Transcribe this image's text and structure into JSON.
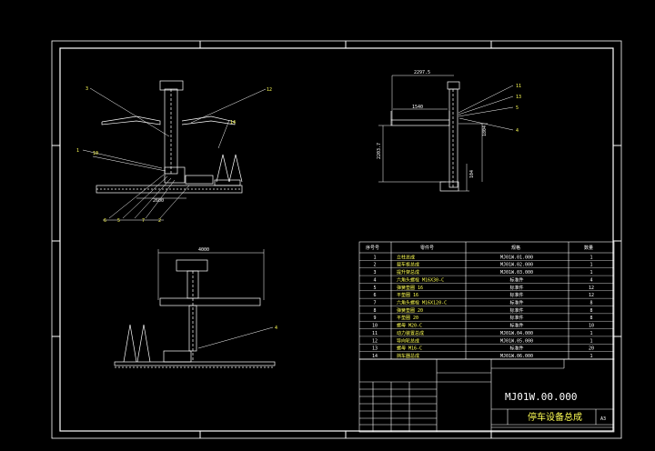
{
  "drawing": {
    "number": "MJ01W.00.000",
    "title": "停车设备总成",
    "sheet_size": "A3"
  },
  "views": {
    "front": {
      "balloons": [
        "3",
        "12",
        "14",
        "1",
        "10",
        "6",
        "5",
        "7",
        "2"
      ],
      "dim_width": "2600"
    },
    "side": {
      "balloons": [
        "11",
        "13",
        "5",
        "4"
      ],
      "dim_top": "2297.5",
      "dim_inner": "1540",
      "dim_left": "2203.7",
      "dim_right": "1804",
      "dim_small": "104"
    },
    "plan": {
      "dim_width": "4000",
      "balloon": "4"
    }
  },
  "bom": {
    "headers": [
      "序号号",
      "零件号",
      "规格",
      "数量"
    ],
    "rows": [
      {
        "no": "1",
        "name": "立柱总成",
        "spec": "MJ01W.01.000",
        "qty": "1"
      },
      {
        "no": "2",
        "name": "载车板总成",
        "spec": "MJ01W.02.000",
        "qty": "1"
      },
      {
        "no": "3",
        "name": "提升架总成",
        "spec": "MJ01W.03.000",
        "qty": "1"
      },
      {
        "no": "4",
        "name": "六角头螺栓 M16X30-C",
        "spec": "标准件",
        "qty": "4"
      },
      {
        "no": "5",
        "name": "弹簧垫圈 16",
        "spec": "标准件",
        "qty": "12"
      },
      {
        "no": "6",
        "name": "平垫圈 16",
        "spec": "标准件",
        "qty": "12"
      },
      {
        "no": "7",
        "name": "六角头螺栓 M16X120-C",
        "spec": "标准件",
        "qty": "8"
      },
      {
        "no": "8",
        "name": "弹簧垫圈 20",
        "spec": "标准件",
        "qty": "8"
      },
      {
        "no": "9",
        "name": "平垫圈 20",
        "spec": "标准件",
        "qty": "8"
      },
      {
        "no": "10",
        "name": "螺母 M20-C",
        "spec": "标准件",
        "qty": "10"
      },
      {
        "no": "11",
        "name": "动力装置总成",
        "spec": "MJ01W.04.000",
        "qty": "1"
      },
      {
        "no": "12",
        "name": "导向轮总成",
        "spec": "MJ01W.05.000",
        "qty": "1"
      },
      {
        "no": "13",
        "name": "螺母 M16-C",
        "spec": "标准件",
        "qty": "20"
      },
      {
        "no": "14",
        "name": "挡车器总成",
        "spec": "MJ01W.06.000",
        "qty": "1"
      }
    ]
  }
}
